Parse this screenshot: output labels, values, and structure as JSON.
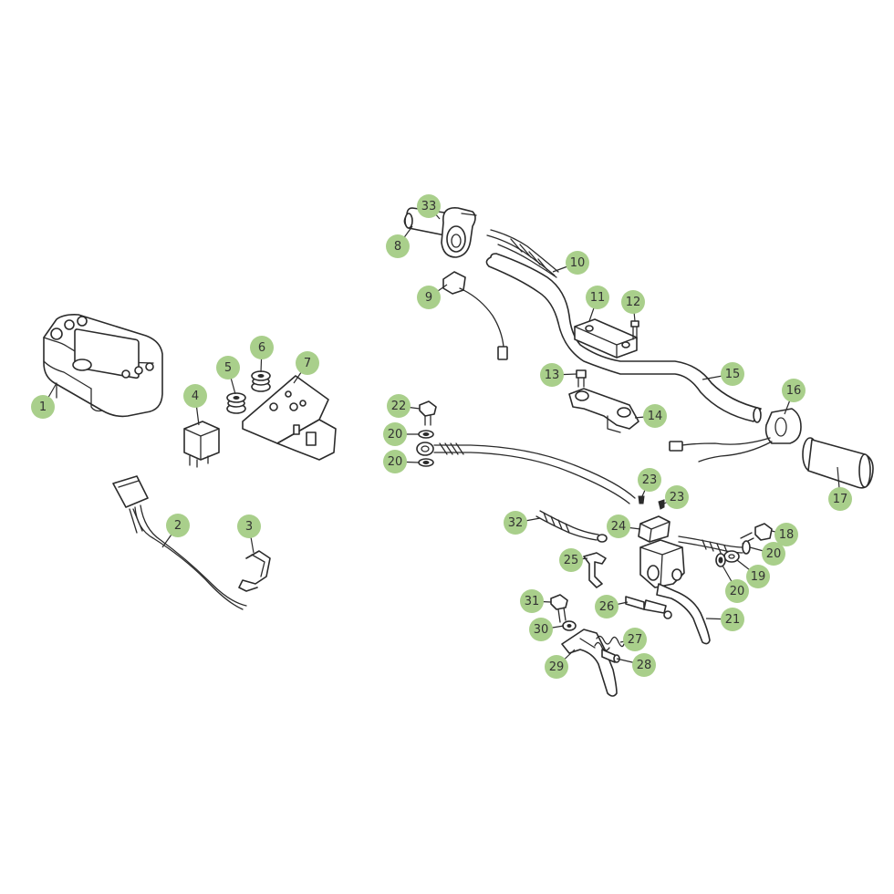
{
  "colors": {
    "badge_fill": "#a9cf8b",
    "line": "#2b2b2b",
    "background": "#ffffff"
  },
  "callouts": [
    {
      "label": "1"
    },
    {
      "label": "2"
    },
    {
      "label": "3"
    },
    {
      "label": "4"
    },
    {
      "label": "5"
    },
    {
      "label": "6"
    },
    {
      "label": "7"
    },
    {
      "label": "8"
    },
    {
      "label": "33"
    },
    {
      "label": "9"
    },
    {
      "label": "10"
    },
    {
      "label": "11"
    },
    {
      "label": "12"
    },
    {
      "label": "13"
    },
    {
      "label": "14"
    },
    {
      "label": "15"
    },
    {
      "label": "16"
    },
    {
      "label": "17"
    },
    {
      "label": "22"
    },
    {
      "label": "20"
    },
    {
      "label": "20"
    },
    {
      "label": "23"
    },
    {
      "label": "23"
    },
    {
      "label": "24"
    },
    {
      "label": "32"
    },
    {
      "label": "18"
    },
    {
      "label": "20"
    },
    {
      "label": "19"
    },
    {
      "label": "20"
    },
    {
      "label": "25"
    },
    {
      "label": "21"
    },
    {
      "label": "26"
    },
    {
      "label": "31"
    },
    {
      "label": "30"
    },
    {
      "label": "27"
    },
    {
      "label": "29"
    },
    {
      "label": "28"
    }
  ]
}
